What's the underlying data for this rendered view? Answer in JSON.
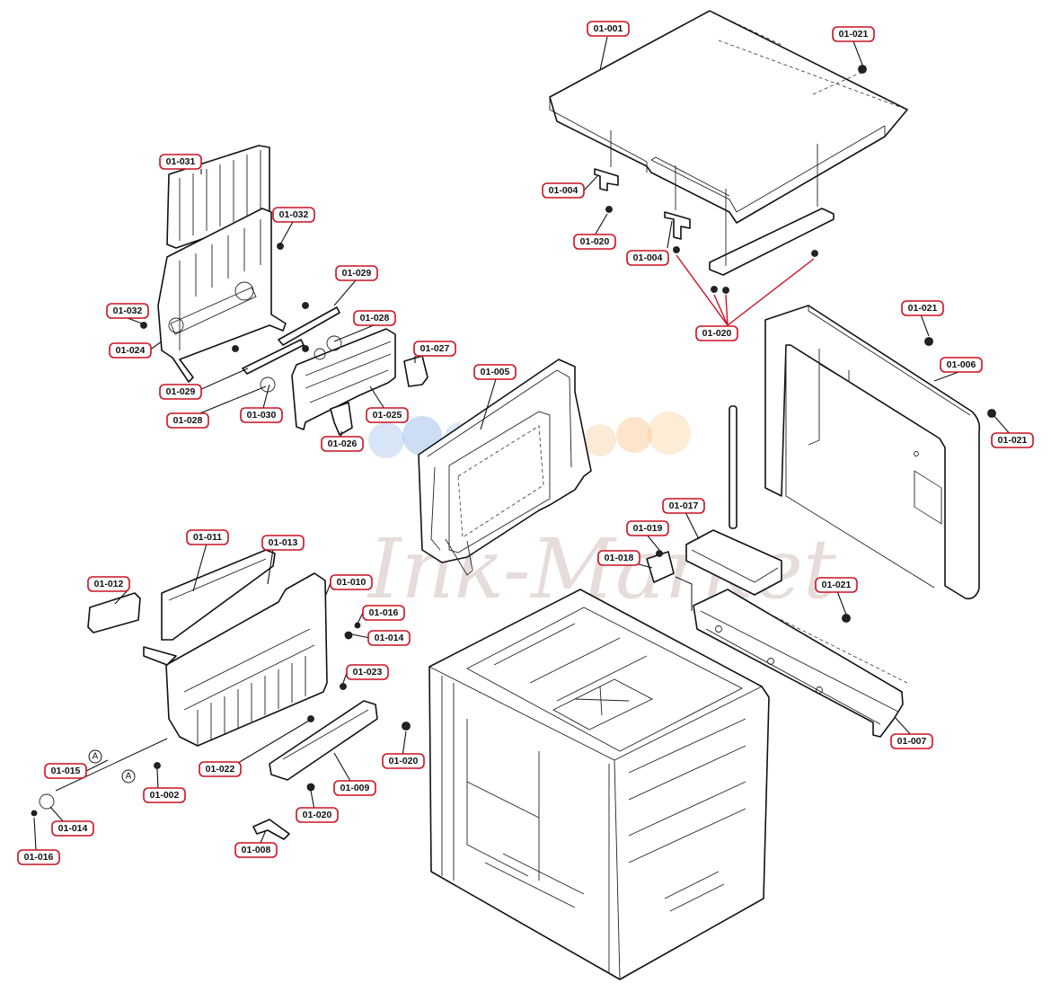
{
  "watermark": {
    "text": "Ink-Market"
  },
  "colors": {
    "label_border": "#cc1020",
    "line": "#111111"
  },
  "ref_marker": "A",
  "labels": {
    "p001": "01-001",
    "p021a": "01-021",
    "p004a": "01-004",
    "p020a": "01-020",
    "p004b": "01-004",
    "p020b": "01-020",
    "p031": "01-031",
    "p032a": "01-032",
    "p032b": "01-032",
    "p024": "01-024",
    "p029a": "01-029",
    "p028a": "01-028",
    "p027": "01-027",
    "p029b": "01-029",
    "p028b": "01-028",
    "p030": "01-030",
    "p025": "01-025",
    "p026": "01-026",
    "p005": "01-005",
    "p021b": "01-021",
    "p006": "01-006",
    "p021c": "01-021",
    "p017": "01-017",
    "p019": "01-019",
    "p018": "01-018",
    "p021d": "01-021",
    "p007": "01-007",
    "p011": "01-011",
    "p013": "01-013",
    "p012": "01-012",
    "p010": "01-010",
    "p016a": "01-016",
    "p014a": "01-014",
    "p023": "01-023",
    "p022": "01-022",
    "p020c": "01-020",
    "p015": "01-015",
    "p002": "01-002",
    "p009": "01-009",
    "p020d": "01-020",
    "p014b": "01-014",
    "p016b": "01-016",
    "p008": "01-008"
  }
}
